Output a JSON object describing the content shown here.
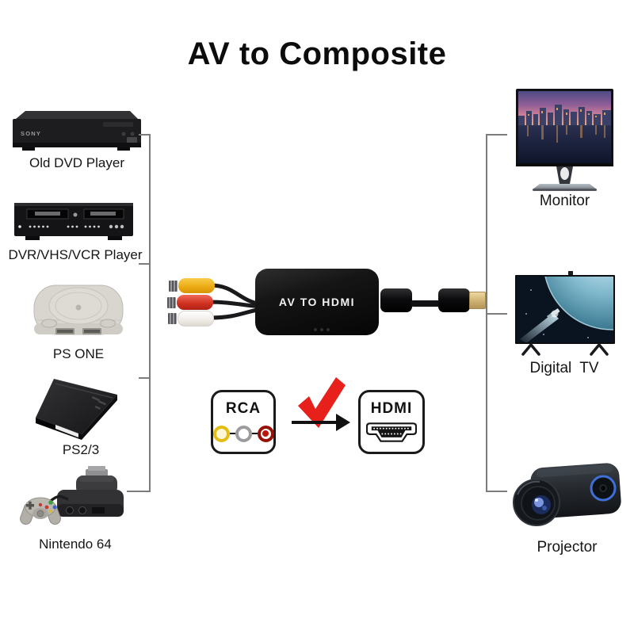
{
  "title": "AV to Composite",
  "sources": [
    {
      "label": "Old DVD Player",
      "brand": "SONY"
    },
    {
      "label": "DVR/VHS/VCR Player"
    },
    {
      "label": "PS ONE"
    },
    {
      "label": "PS2/3"
    },
    {
      "label": "Nintendo 64"
    }
  ],
  "converter": {
    "label": "AV TO HDMI",
    "plugs": [
      "yellow-video-rca",
      "red-audio-rca",
      "white-audio-rca"
    ]
  },
  "conversion": {
    "from_label": "RCA",
    "to_label": "HDMI"
  },
  "displays": [
    {
      "label": "Monitor"
    },
    {
      "label": "Digital TV"
    },
    {
      "label": "Projector"
    }
  ],
  "colors": {
    "check": "#E8201C",
    "rca_yellow": "#EFAF14",
    "rca_red": "#D0392A",
    "rca_white": "#F4F1EB",
    "hdmi_tip_gold": "#D9BF83",
    "bracket_line": "#7B7B7B",
    "device_black": "#141414"
  }
}
